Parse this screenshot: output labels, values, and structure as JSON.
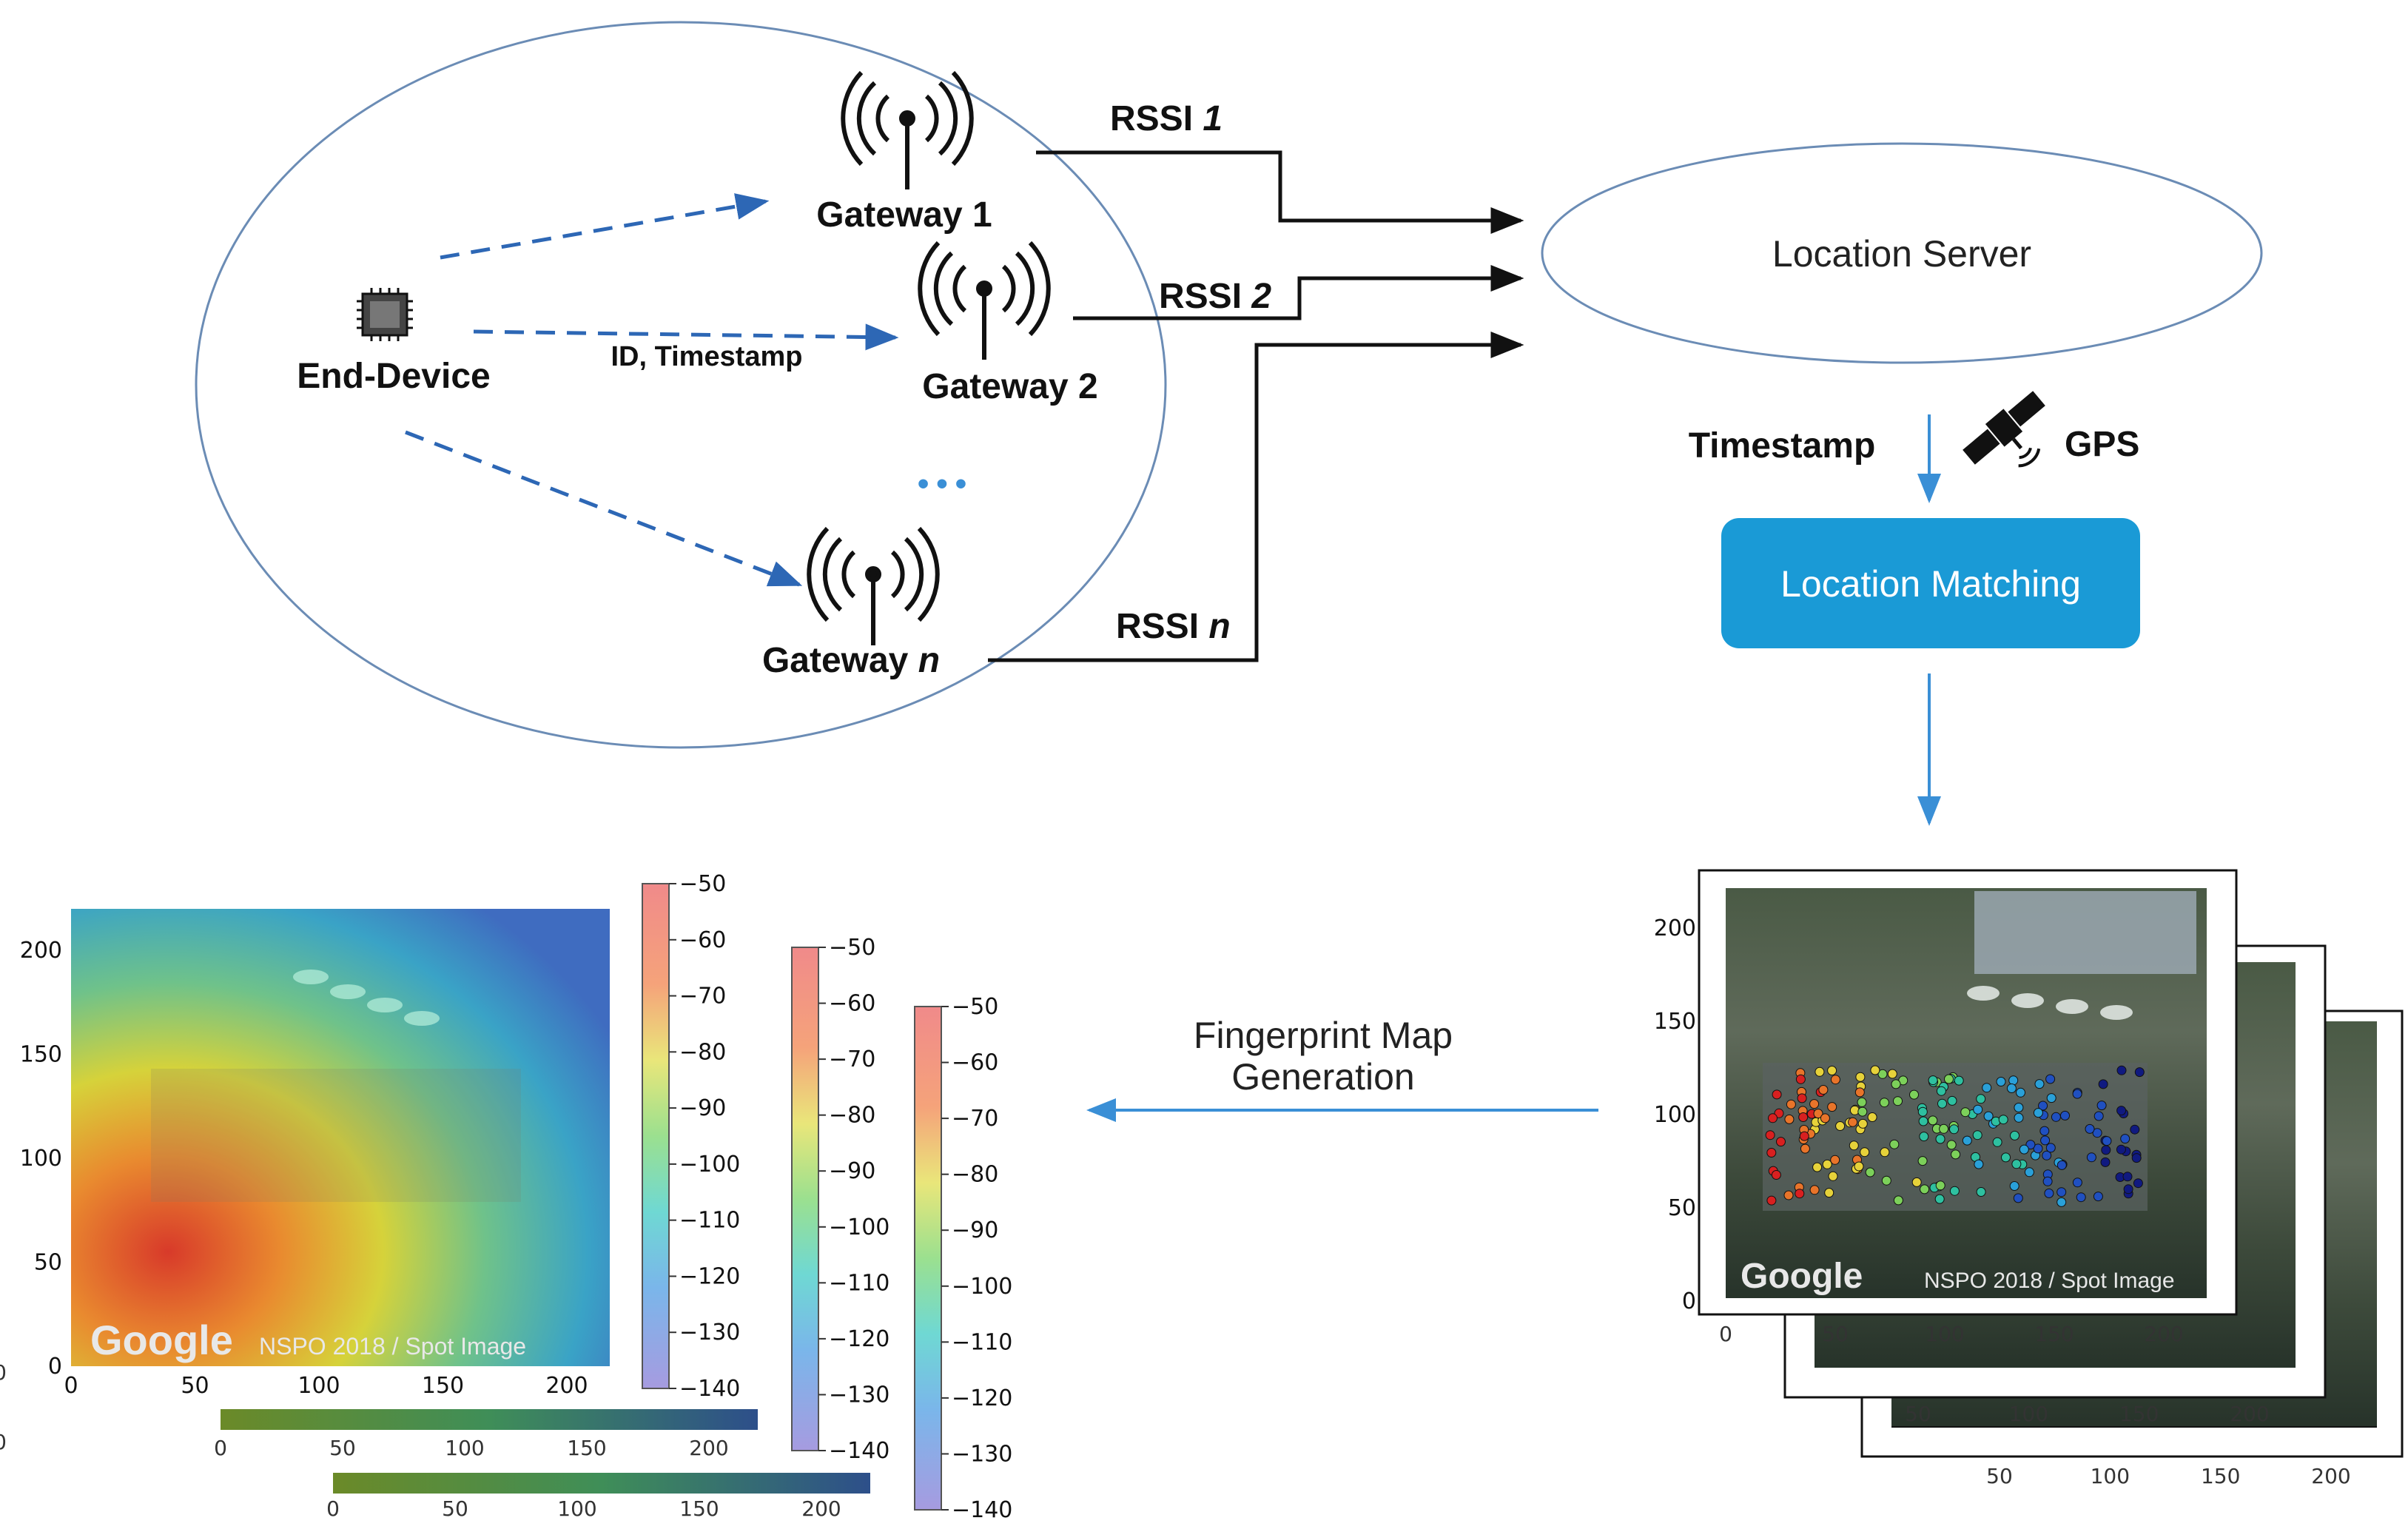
{
  "network": {
    "end_device": "End-Device",
    "edge_label": "ID, Timestamp",
    "gateways": [
      "Gateway 1",
      "Gateway 2",
      "Gateway n"
    ],
    "gateway_prefix": "Gateway",
    "gateway_suffixes": [
      "1",
      "2",
      "n"
    ],
    "ellipsis": "•••",
    "rssi_prefix": "RSSI",
    "rssi_suffixes": [
      "1",
      "2",
      "n"
    ]
  },
  "server": {
    "location_server": "Location Server",
    "timestamp": "Timestamp",
    "gps": "GPS",
    "location_matching": "Location Matching",
    "matching_color": "#1a9ad6"
  },
  "fingerprint": {
    "line1": "Fingerprint Map",
    "line2": "Generation"
  },
  "map_plot": {
    "y_ticks": [
      "200",
      "150",
      "100",
      "50",
      "0"
    ],
    "x_ticks": [
      "0",
      "50",
      "100",
      "150",
      "200"
    ],
    "watermark": "Google",
    "credit": "NSPO 2018 / Spot Image"
  },
  "colorbar": {
    "ticks": [
      "-50",
      "-60",
      "-70",
      "-80",
      "-90",
      "-100",
      "-110",
      "-120",
      "-130",
      "-140"
    ]
  },
  "colors": {
    "dashed_arrow": "#2d67b5",
    "flow_arrow": "#3a8fd6",
    "line": "#111111"
  }
}
